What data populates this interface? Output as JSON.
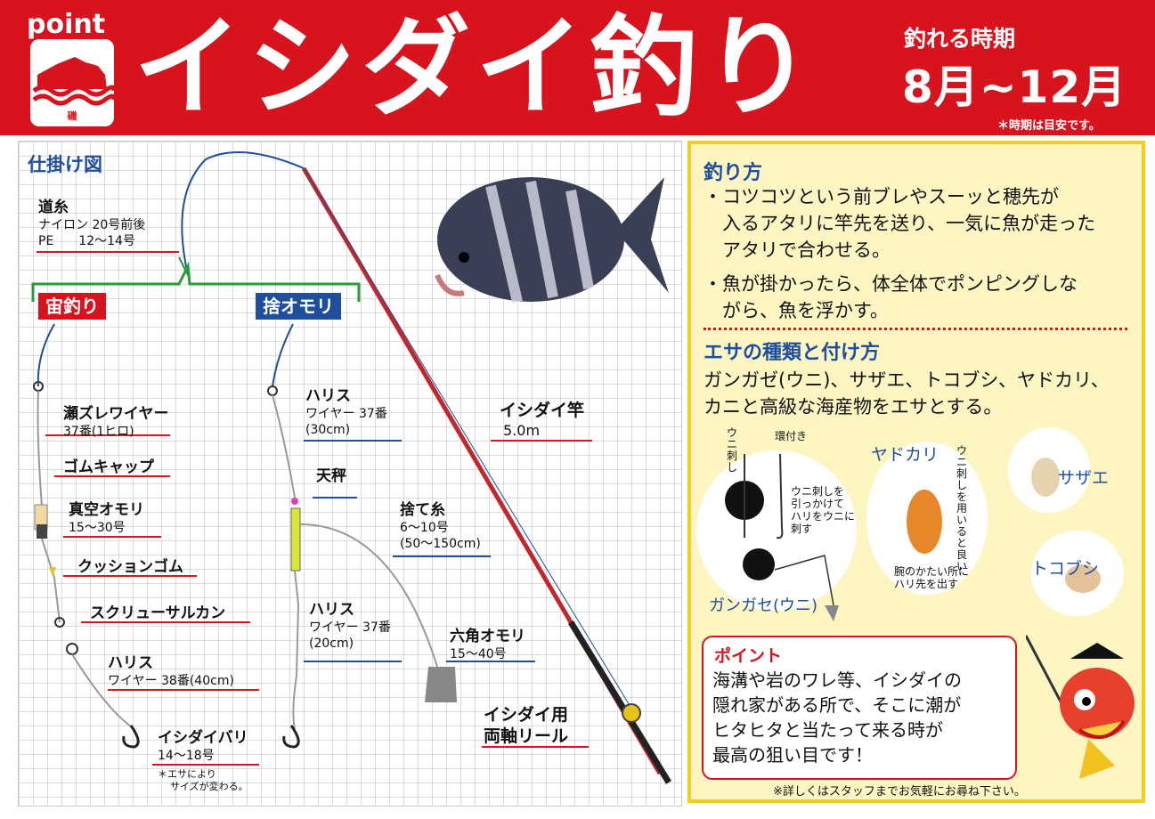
{
  "header": {
    "logo_text": "point",
    "logo_kanji": "磯",
    "title": "イシダイ釣り",
    "season_label": "釣れる時期",
    "season_value": "8月~12月",
    "season_note": "＊時期は目安です。"
  },
  "diagram": {
    "section_title": "仕掛け図",
    "michiito": {
      "title": "道糸",
      "line1": "ナイロン 20号前後",
      "line2": "PE　　12～14号"
    },
    "badge_chuzuri": "宙釣り",
    "badge_sute": "捨オモリ",
    "chuzuri": {
      "sezure_title": "瀬ズレワイヤー",
      "sezure_sub": "37番(1ヒロ)",
      "gomu_cap": "ゴムキャップ",
      "shinku_title": "真空オモリ",
      "shinku_sub": "15～30号",
      "cushion": "クッションゴム",
      "screw": "スクリューサルカン",
      "harisu_title": "ハリス",
      "harisu_sub": "ワイヤー 38番(40cm)",
      "hari_title": "イシダイバリ",
      "hari_sub": "14～18号",
      "hari_note1": "＊エサにより",
      "hari_note2": "サイズが変わる。"
    },
    "sute": {
      "harisu1_title": "ハリス",
      "harisu1_sub1": "ワイヤー 37番",
      "harisu1_sub2": "(30cm)",
      "tenbin": "天秤",
      "suteito_title": "捨て糸",
      "suteito_sub1": "6～10号",
      "suteito_sub2": "(50～150cm)",
      "harisu2_title": "ハリス",
      "harisu2_sub1": "ワイヤー 37番",
      "harisu2_sub2": "(20cm)",
      "rokkaku_title": "六角オモリ",
      "rokkaku_sub": "15～40号"
    },
    "rod_title": "イシダイ竿",
    "rod_sub": "5.0m",
    "reel_line1": "イシダイ用",
    "reel_line2": "両軸リール"
  },
  "how_to": {
    "title": "釣り方",
    "bullets": [
      "・コツコツという前ブレやスーッと穂先が",
      "　入るアタリに竿先を送り、一気に魚が走った",
      "　アタリで合わせる。",
      "・魚が掛かったら、体全体でポンピングしな",
      "　がら、魚を浮かす。"
    ]
  },
  "bait": {
    "title": "エサの種類と付け方",
    "text1": "ガンガゼ(ウニ)、サザエ、トコブシ、ヤドカリ、",
    "text2": "カニと高級な海産物をエサとする。",
    "unisashi": "ウニ刺し",
    "kantsuki": "環付き",
    "uni_note": [
      "ウニ刺しを",
      "引っかけて",
      "ハリをウニに",
      "刺す"
    ],
    "gangaze": "ガンガセ(ウニ)",
    "yadokari": "ヤドカリ",
    "yadokari_note": "ウニ刺しを用いると良い",
    "yadokari_hook": [
      "腕のかたい所に",
      "ハリ先を出す"
    ],
    "sazae": "サザエ",
    "tokobushi": "トコブシ"
  },
  "point": {
    "title": "ポイント",
    "lines": [
      "海溝や岩のワレ等、イシダイの",
      "隠れ家がある所で、そこに潮が",
      "ヒタヒタと当たって来る時が",
      "最高の狙い目です！"
    ],
    "footer": "※詳しくはスタッフまでお気軽にお尋ね下さい。"
  },
  "colors": {
    "brand_red": "#d7141d",
    "title_blue": "#1f4e9c",
    "panel_yellow": "#fdf6c3",
    "panel_border": "#f2cf1f",
    "leader_green": "#2a9a3a"
  }
}
